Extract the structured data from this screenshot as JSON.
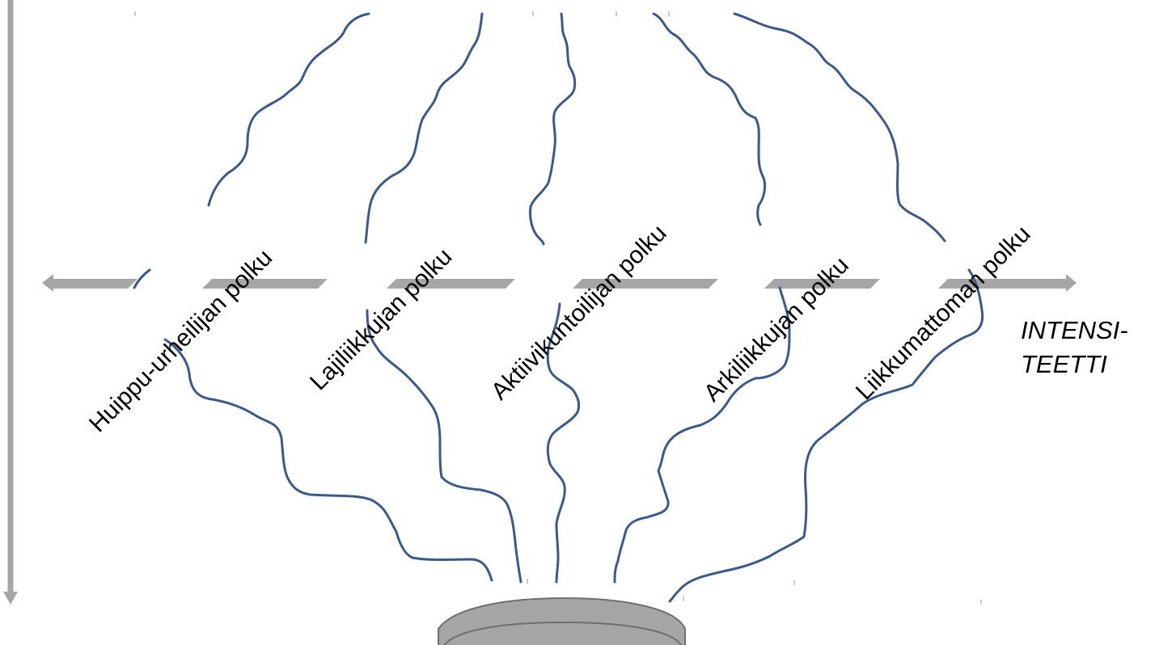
{
  "paths": [
    {
      "id": "huippu",
      "label": "Huippu-urheilijan polku"
    },
    {
      "id": "laji",
      "label": "Lajiliikkujan polku"
    },
    {
      "id": "aktiivi",
      "label": "Aktiivikuntoilijan polku"
    },
    {
      "id": "arki",
      "label": "Arkiliikkujan polku"
    },
    {
      "id": "liikkumaton",
      "label": "Liikkumattoman polku"
    }
  ],
  "horizontal_axis": {
    "label_line1": "INTENSI-",
    "label_line2": "TEETTI"
  },
  "colors": {
    "path_line": "#3a5a8c",
    "axis": "#a6a6a6",
    "base_fill": "#a6a6a6",
    "base_stroke": "#6f6f6f",
    "text": "#000000"
  }
}
